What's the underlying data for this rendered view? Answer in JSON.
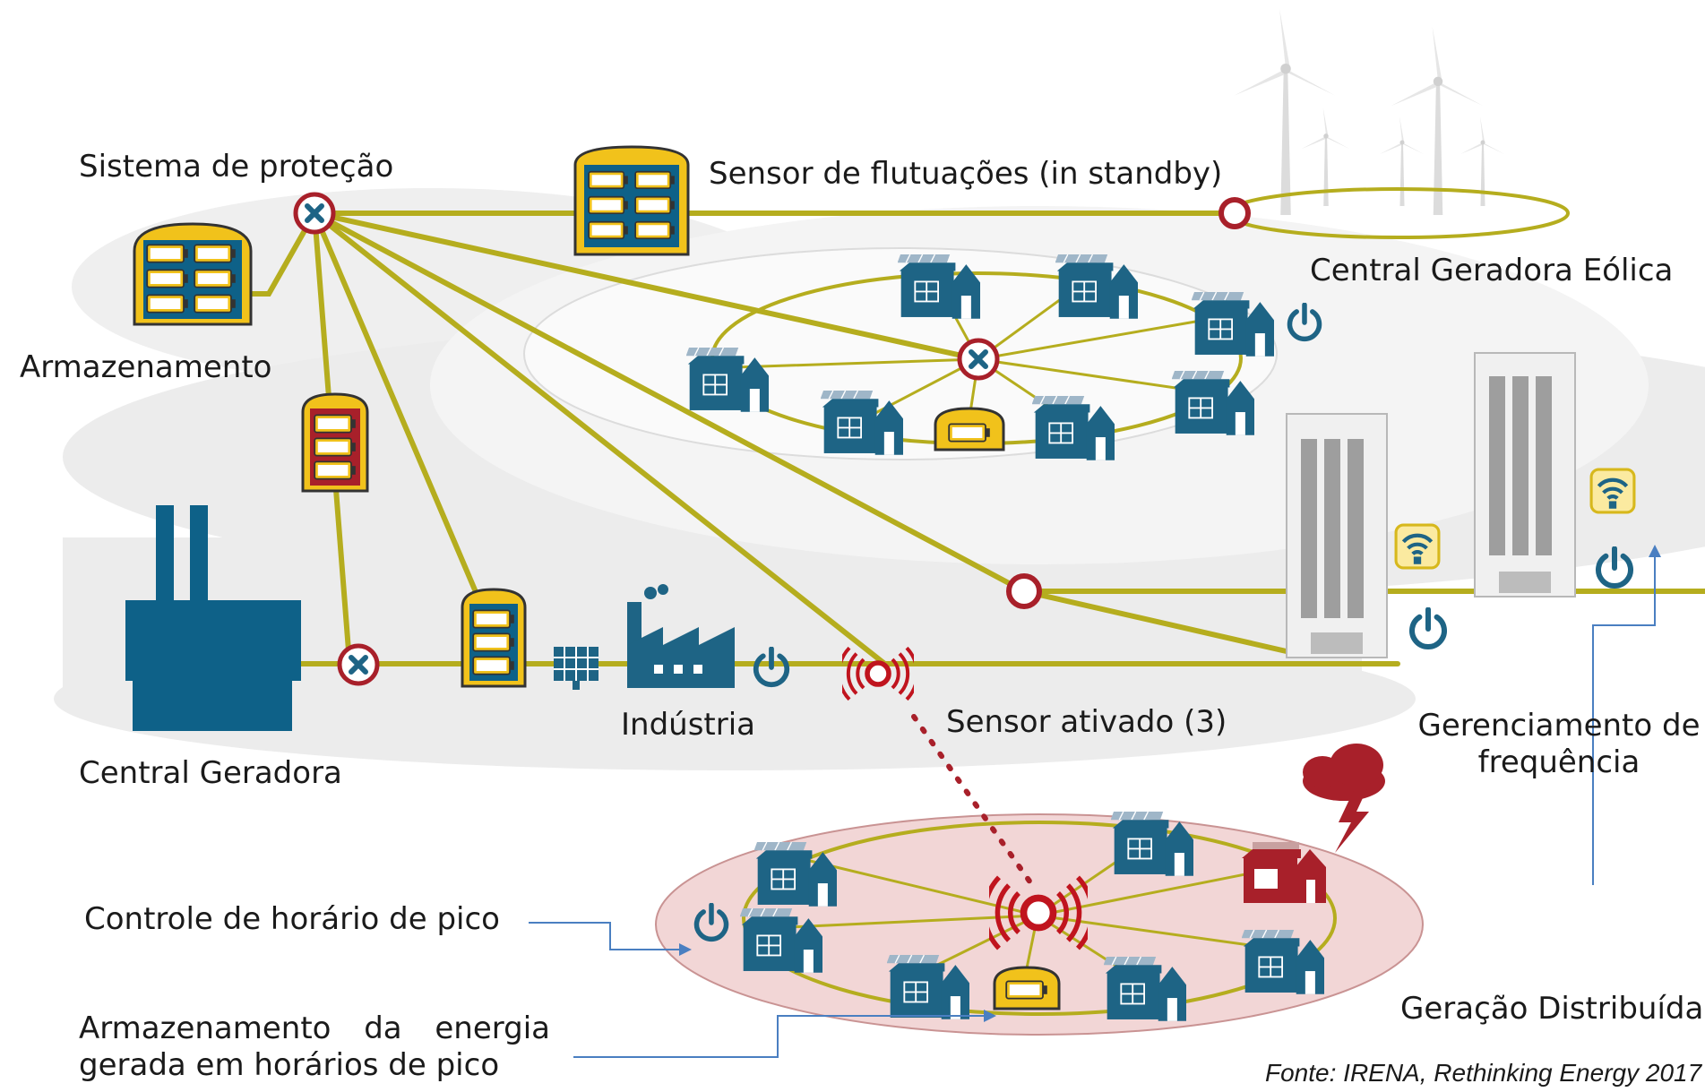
{
  "labels": {
    "protection_system": "Sistema de proteção",
    "fluctuation_sensor": "Sensor de flutuações (in standby)",
    "wind_plant": "Central Geradora Eólica",
    "storage": "Armazenamento",
    "power_plant": "Central Geradora",
    "industry": "Indústria",
    "sensor_activated": "Sensor ativado (3)",
    "frequency_management_line1": "Gerenciamento de",
    "frequency_management_line2": "frequência",
    "peak_control": "Controle de horário de pico",
    "peak_storage_line1": "Armazenamento da energia",
    "peak_storage_line2": "gerada em horários de pico",
    "distributed_generation": "Geração Distribuída",
    "source": "Fonte: IRENA, Rethinking Energy 2017"
  },
  "colors": {
    "grid_line": "#b5ad1e",
    "node_red": "#a8202a",
    "house_blue": "#1e6485",
    "battery_yellow": "#f1c21b",
    "plant_blue": "#0e6188",
    "platform_gray": "#ececec",
    "pink_region": "#f2d6d6",
    "arrow_blue": "#4a7fc1"
  },
  "icons": [
    "battery-pack-icon",
    "house-solar-icon",
    "power-icon",
    "wifi-icon",
    "wind-turbine-icon",
    "factory-icon",
    "solar-panel-icon",
    "storm-cloud-icon",
    "breaker-icon",
    "sensor-icon"
  ]
}
